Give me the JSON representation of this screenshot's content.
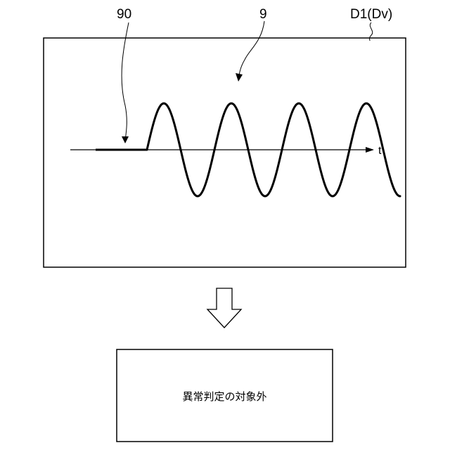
{
  "figure": {
    "label_waveform_start": "90",
    "label_waveform": "9",
    "label_display": "D1(Dv)",
    "axis_label": "t",
    "result_text": "異常判定の対象外"
  },
  "colors": {
    "stroke": "#000000",
    "background": "#ffffff"
  },
  "waveform": {
    "flat_segment_end_fraction": 0.2,
    "cycles": 3.75
  }
}
